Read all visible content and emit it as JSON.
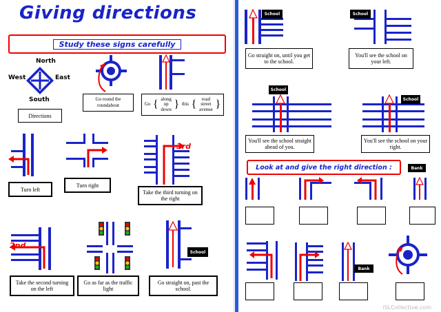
{
  "left": {
    "title": "Giving directions",
    "banner": "Study these signs carefully",
    "compass": {
      "north": "North",
      "south": "South",
      "east": "East",
      "west": "West"
    },
    "captions": {
      "directions": "Directions",
      "roundabout": "Go round the roundabout",
      "turn_left": "Turn left",
      "turn_right": "Turn right",
      "third_turning": "Take the third turning on the right",
      "second_turning": "Take the second turning  on the left",
      "traffic_light": "Go as far as the traffic light",
      "past_school": "Go straight on, past the school."
    },
    "go_along": {
      "go": "Go",
      "opts1": [
        "along",
        "up",
        "down"
      ],
      "this": "this",
      "opts2": [
        "road",
        "street",
        "avenue"
      ]
    },
    "marks": {
      "third": "3rd",
      "second": "2nd"
    },
    "school_sign": "School"
  },
  "right": {
    "captions": {
      "until_school": "Go straight on, until you get to the school.",
      "school_left": "You'll see the school on your left.",
      "school_ahead": "You'll see the school straight ahead of you.",
      "school_right": "You'll see the school on your right."
    },
    "banner": "Look at and give the right direction :",
    "signs": {
      "school": "School",
      "bank": "Bank"
    },
    "watermark": "iSLCollective.com"
  }
}
